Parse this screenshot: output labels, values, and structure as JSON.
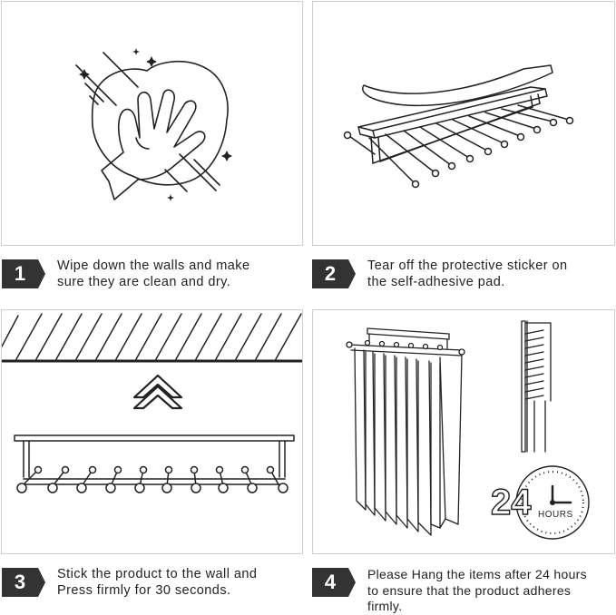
{
  "steps": [
    {
      "number": "1",
      "line1": "Wipe down the walls and make",
      "line2": "sure they are clean and dry.",
      "line3": ""
    },
    {
      "number": "2",
      "line1": "Tear off the protective sticker on",
      "line2": "the self-adhesive pad.",
      "line3": ""
    },
    {
      "number": "3",
      "line1": "Stick the product to the wall and",
      "line2": "Press firmly for 30 seconds.",
      "line3": ""
    },
    {
      "number": "4",
      "line1": "Please Hang the items after 24 hours",
      "line2": "to ensure that the product adheres",
      "line3": "firmly."
    }
  ],
  "clock": {
    "number": "24",
    "unit": "HOURS"
  },
  "colors": {
    "badge": "#333333",
    "line_art": "#222222",
    "panel_border": "#cfcfcf"
  },
  "icons": [
    "cleaning-hand-icon",
    "peel-sticker-icon",
    "wall-mount-icon",
    "hanging-items-icon",
    "clock-icon"
  ]
}
